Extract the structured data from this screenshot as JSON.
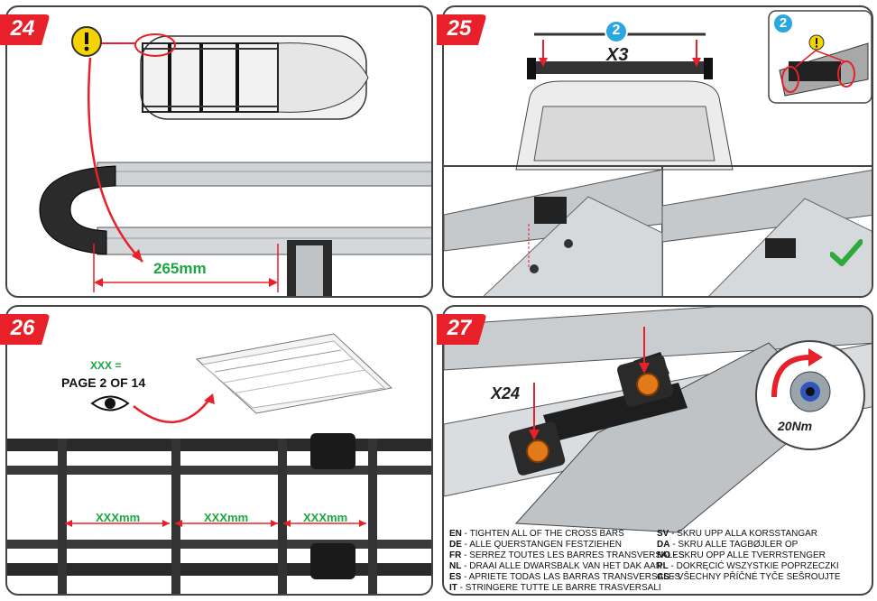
{
  "steps": {
    "s24": {
      "number": "24",
      "measurement": "265mm"
    },
    "s25": {
      "number": "25",
      "circle_number": "2",
      "inset_number": "2",
      "quantity": "X3"
    },
    "s26": {
      "number": "26",
      "ref_label": "XXX =",
      "ref_page": "PAGE 2 OF 14",
      "gap1": "XXXmm",
      "gap2": "XXXmm",
      "gap3": "XXXmm"
    },
    "s27": {
      "number": "27",
      "quantity": "X24",
      "torque": "20Nm"
    }
  },
  "instructions": [
    {
      "code": "EN",
      "text": " - TIGHTEN ALL OF THE CROSS BARS"
    },
    {
      "code": "DE",
      "text": " - ALLE QUERSTANGEN FESTZIEHEN"
    },
    {
      "code": "FR",
      "text": " - SERREZ TOUTES LES BARRES TRANSVERSALES"
    },
    {
      "code": "NL",
      "text": " - DRAAI ALLE DWARSBALK VAN HET DAK AAN"
    },
    {
      "code": "ES",
      "text": " - APRIETE TODAS LAS BARRAS TRANSVERSALES"
    },
    {
      "code": "IT",
      "text": " - STRINGERE TUTTE LE BARRE TRASVERSALI"
    },
    {
      "code": "SV",
      "text": " - SKRU UPP ALLA KORSSTANGAR"
    },
    {
      "code": "DA",
      "text": " - SKRU ALLE TAGBØJLER OP"
    },
    {
      "code": "NO",
      "text": " - SKRU OPP ALLE TVERRSTENGER"
    },
    {
      "code": "PL",
      "text": " - DOKRĘCIĆ WSZYSTKIE POPRZECZKI"
    },
    {
      "code": "CS",
      "text": " - VŠECHNY PŘÍČNÉ TYČE SEŠROUJTE"
    }
  ],
  "colors": {
    "badge": "#e8202a",
    "measure": "#1aa640",
    "arrow": "#e8202a",
    "warning": "#f5d300",
    "circle_blue": "#2ba7e0"
  },
  "icons": [
    "warning-icon",
    "eye-icon",
    "check-icon",
    "rotate-arrow-icon"
  ]
}
